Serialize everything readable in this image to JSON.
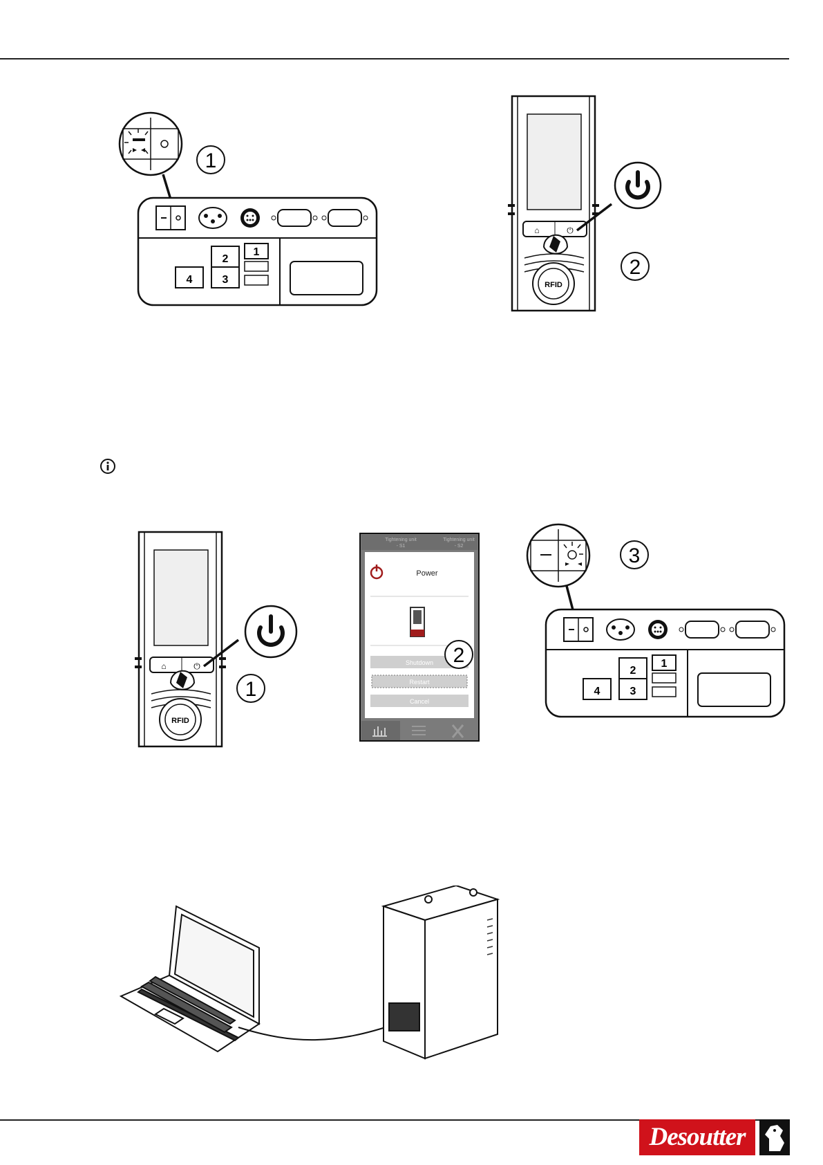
{
  "callouts": {
    "fig1": "1",
    "fig2": "2",
    "fig3": "1",
    "fig4": "2",
    "fig5": "3"
  },
  "ports": {
    "eth1": "1",
    "eth2": "2",
    "eth3": "3",
    "eth4": "4"
  },
  "controller": {
    "rfid_label": "RFID"
  },
  "power_screen": {
    "tab1_line1": "Tightening unit",
    "tab1_line2": "- S1",
    "tab2_line1": "Tightening unit",
    "tab2_line2": "- S2",
    "title": "Power",
    "shutdown": "Shutdown",
    "restart": "Restart",
    "cancel": "Cancel"
  },
  "info_icon": "info-icon",
  "brand": {
    "name": "Desoutter",
    "color": "#d0121b"
  }
}
